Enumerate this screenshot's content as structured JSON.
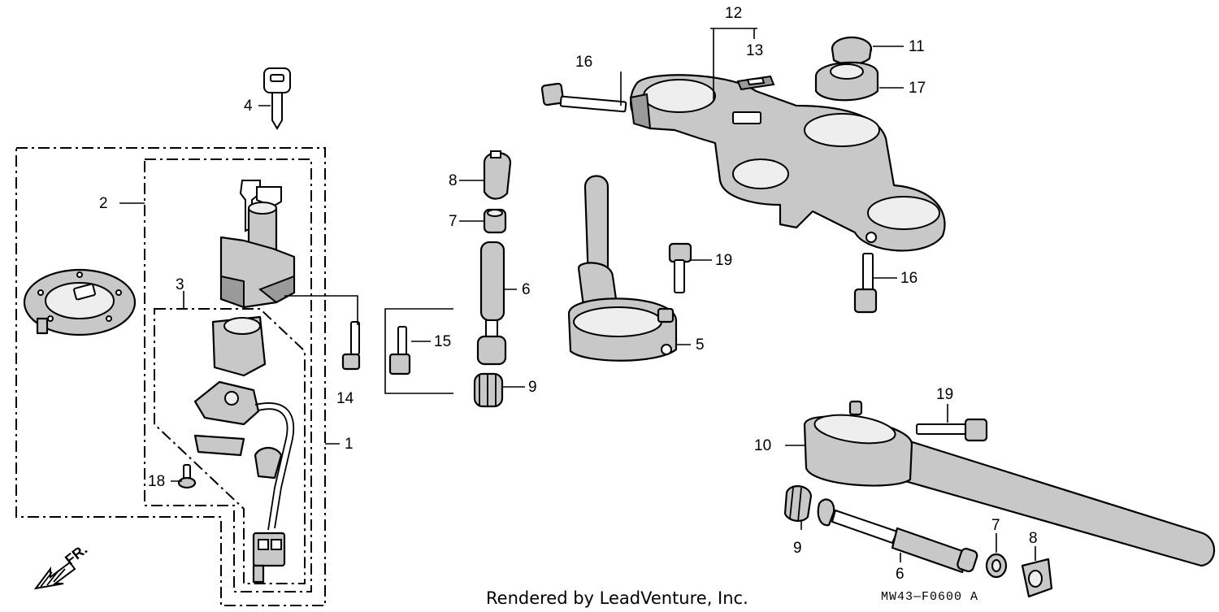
{
  "callouts": {
    "c1": "1",
    "c2": "2",
    "c3": "3",
    "c4": "4",
    "c5": "5",
    "c6a": "6",
    "c6b": "6",
    "c7a": "7",
    "c7b": "7",
    "c8a": "8",
    "c8b": "8",
    "c9a": "9",
    "c9b": "9",
    "c10": "10",
    "c11": "11",
    "c12": "12",
    "c13": "13",
    "c14": "14",
    "c15": "15",
    "c16a": "16",
    "c16b": "16",
    "c17": "17",
    "c18": "18",
    "c19a": "19",
    "c19b": "19"
  },
  "direction": "FR.",
  "credit": "Rendered by LeadVenture, Inc.",
  "diagram_code": "MW43—F0600 A"
}
